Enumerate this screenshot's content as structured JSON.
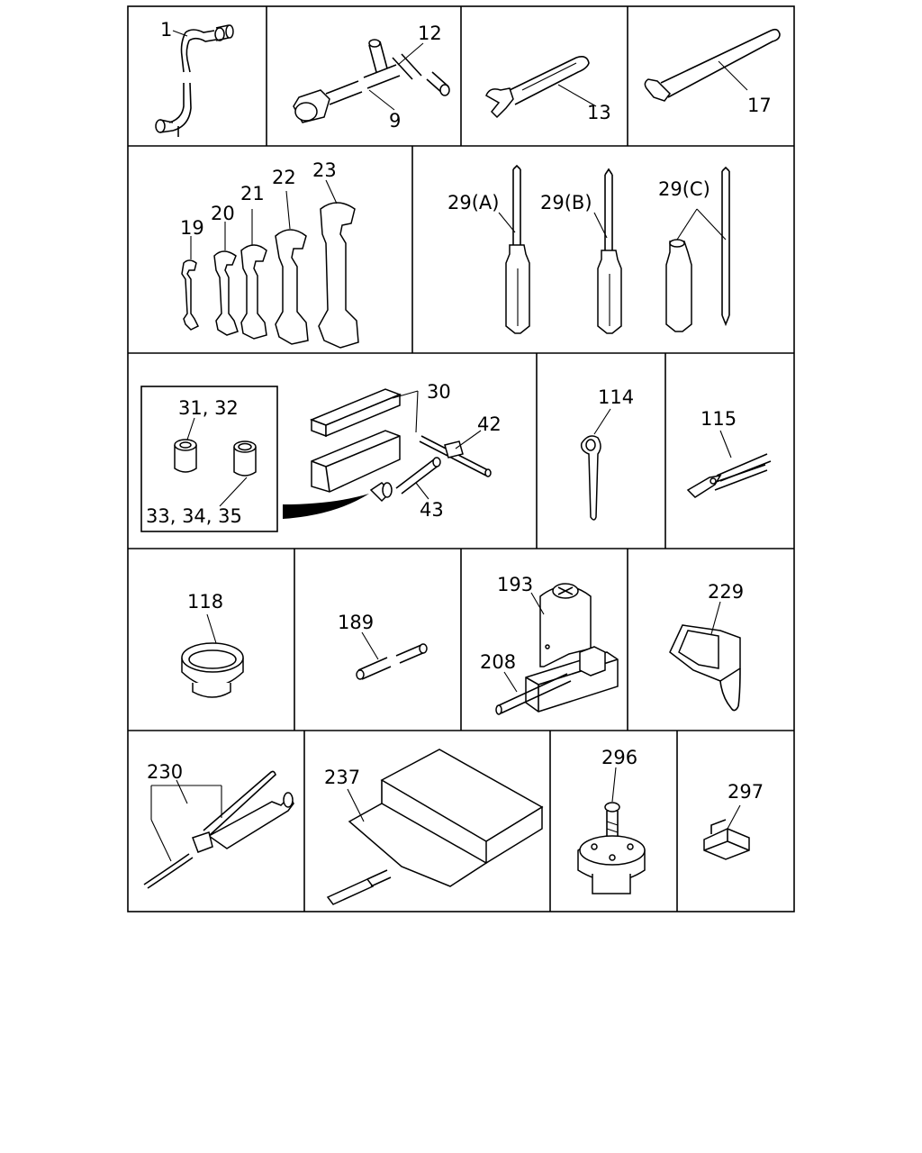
{
  "callouts": {
    "p1": "1",
    "p12": "12",
    "p9": "9",
    "p13": "13",
    "p17": "17",
    "p19": "19",
    "p20": "20",
    "p21": "21",
    "p22": "22",
    "p23": "23",
    "p29a": "29(A)",
    "p29b": "29(B)",
    "p29c": "29(C)",
    "p3132": "31, 32",
    "p333435": "33, 34, 35",
    "p30": "30",
    "p42": "42",
    "p43": "43",
    "p114": "114",
    "p115": "115",
    "p118": "118",
    "p189": "189",
    "p193": "193",
    "p208": "208",
    "p229": "229",
    "p230": "230",
    "p237": "237",
    "p296": "296",
    "p297": "297"
  }
}
